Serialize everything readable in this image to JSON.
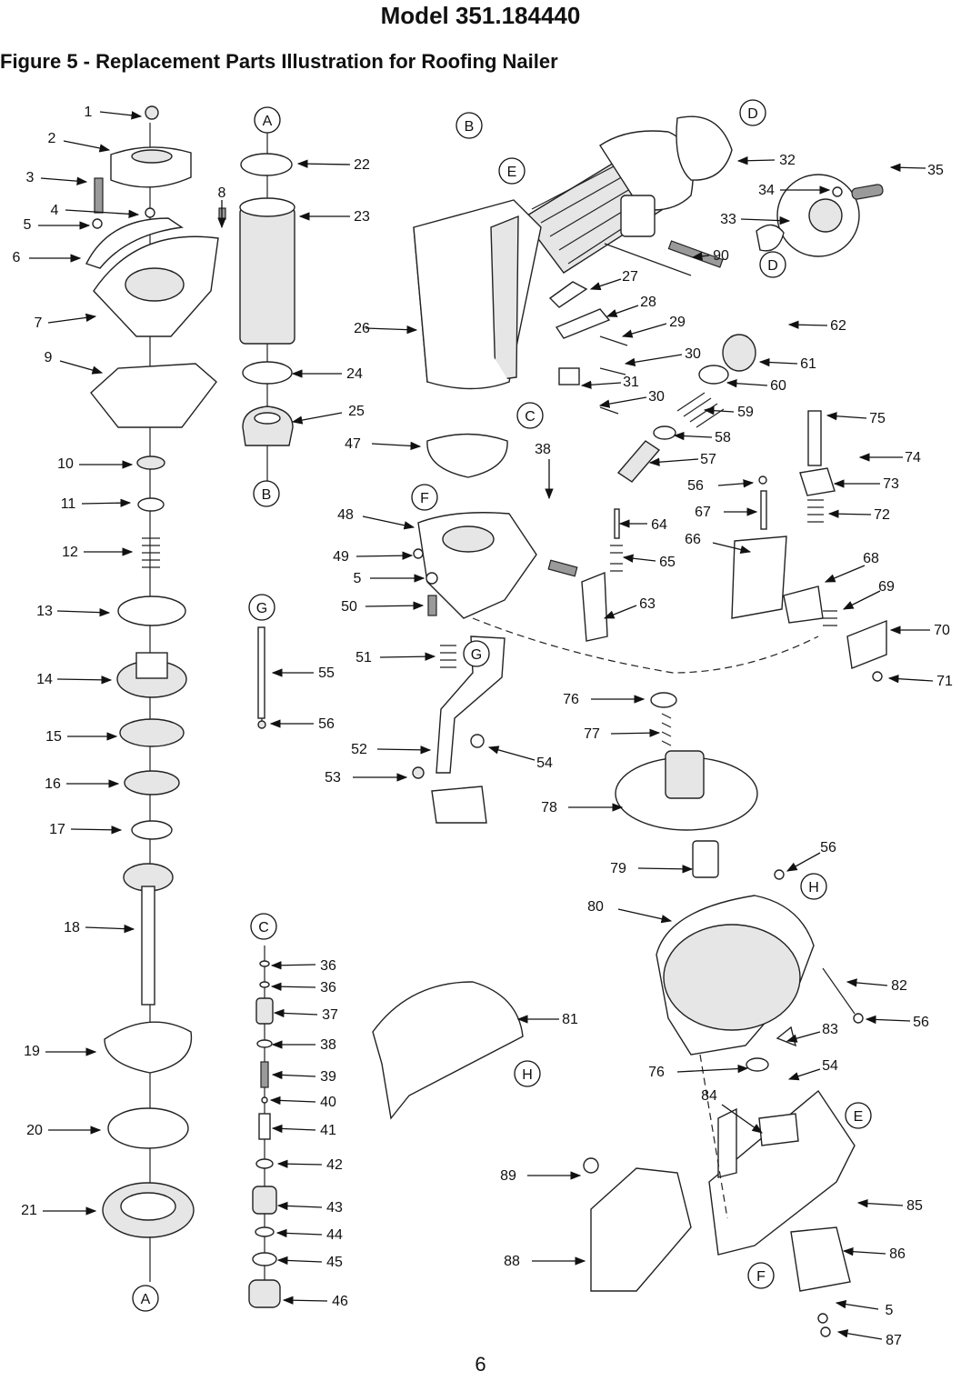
{
  "page": {
    "title": "Model 351.184440",
    "subtitle": "Figure 5 - Replacement Parts Illustration for Roofing Nailer",
    "page_number": "6"
  },
  "callouts": [
    "1",
    "2",
    "3",
    "4",
    "5",
    "6",
    "7",
    "8",
    "9",
    "10",
    "11",
    "12",
    "13",
    "14",
    "15",
    "16",
    "17",
    "18",
    "19",
    "20",
    "21",
    "22",
    "23",
    "24",
    "25",
    "26",
    "27",
    "28",
    "29",
    "30",
    "31",
    "32",
    "33",
    "34",
    "35",
    "36",
    "37",
    "38",
    "39",
    "40",
    "41",
    "42",
    "43",
    "44",
    "45",
    "46",
    "47",
    "48",
    "49",
    "50",
    "51",
    "52",
    "53",
    "54",
    "55",
    "56",
    "57",
    "58",
    "59",
    "60",
    "61",
    "62",
    "63",
    "64",
    "65",
    "66",
    "67",
    "68",
    "69",
    "70",
    "71",
    "72",
    "73",
    "74",
    "75",
    "76",
    "77",
    "78",
    "79",
    "80",
    "81",
    "82",
    "83",
    "84",
    "85",
    "86",
    "87",
    "88",
    "89",
    "90"
  ],
  "reference_markers": [
    "A",
    "B",
    "C",
    "D",
    "E",
    "F",
    "G",
    "H"
  ]
}
